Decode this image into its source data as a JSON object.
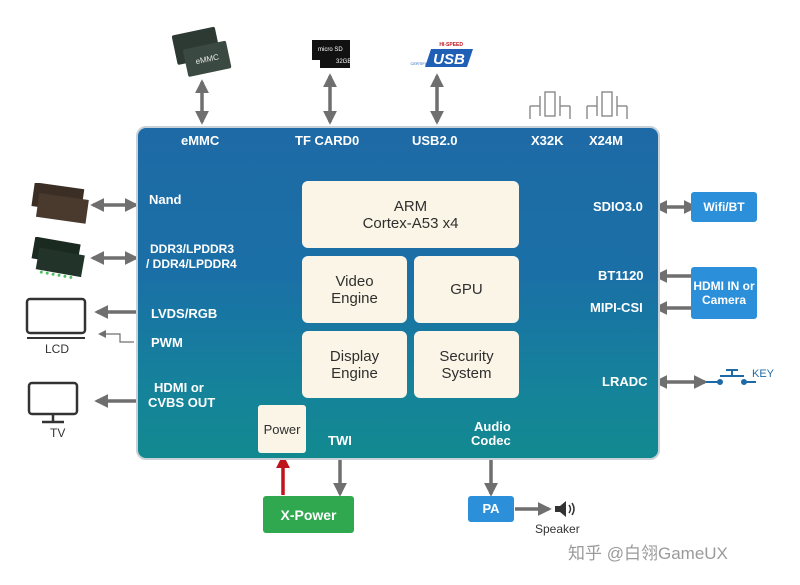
{
  "chip": {
    "top_labels": [
      "eMMC",
      "TF CARD0",
      "USB2.0",
      "X32K",
      "X24M"
    ],
    "left_labels": [
      "Nand",
      "DDR3/LPDDR3",
      "/ DDR4/LPDDR4",
      "LVDS/RGB",
      "PWM",
      "HDMI or",
      "CVBS OUT"
    ],
    "right_labels": [
      "SDIO3.0",
      "BT1120",
      "MIPI-CSI",
      "LRADC"
    ],
    "bottom_labels": [
      "TWI",
      "Audio",
      "Codec"
    ],
    "blocks": {
      "arm_line1": "ARM",
      "arm_line2": "Cortex-A53 x4",
      "video_line1": "Video",
      "video_line2": "Engine",
      "gpu": "GPU",
      "display_line1": "Display",
      "display_line2": "Engine",
      "security_line1": "Security",
      "security_line2": "System",
      "power": "Power"
    }
  },
  "peripherals": {
    "emmc_chip_text": "eMMC",
    "sd_card_text": "micro SD",
    "sd_card_size": "32GB",
    "usb_logo": "USB",
    "usb_logo_small": "HI-SPEED",
    "usb_logo_certified": "CERTIFIED",
    "wifi_bt": "Wifi/BT",
    "hdmi_in_line1": "HDMI IN or",
    "hdmi_in_line2": "Camera",
    "key": "KEY",
    "lcd": "LCD",
    "tv": "TV",
    "x_power": "X-Power",
    "pa": "PA",
    "speaker": "Speaker"
  },
  "watermark": "知乎 @白翎GameUX",
  "colors": {
    "chip_top": "#1e6aa6",
    "chip_bottom": "#12898f",
    "block_fill": "#faf5e6",
    "tag_blue": "#2b8fd9",
    "tag_green": "#2fa84f",
    "arrow_gray": "#6f6f6f",
    "arrow_red": "#c0141c"
  }
}
